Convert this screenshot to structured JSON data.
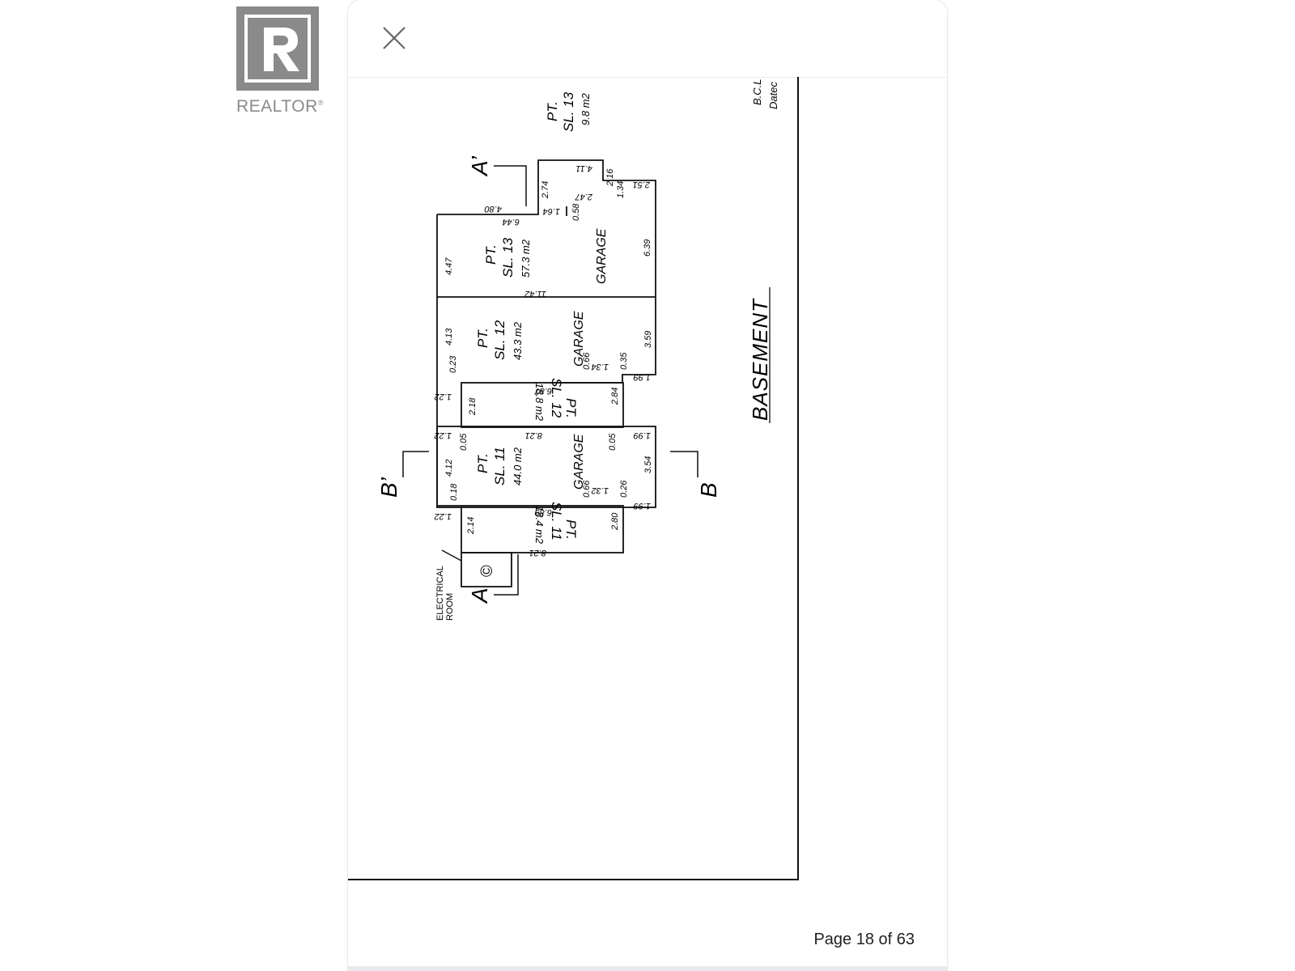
{
  "brand": {
    "name": "REALTOR",
    "mark": "®",
    "logo_color": "#8a8a8a"
  },
  "viewer": {
    "close_icon": "close-icon",
    "page_label": "Page 18 of 63"
  },
  "plan": {
    "title": "BASEMENT",
    "edge_text_1": "B.C.L",
    "edge_text_2": "Datec",
    "section_a": "A",
    "section_a_prime": "A’",
    "section_b": "B",
    "section_b_prime": "B’",
    "electrical_room_line1": "ELECTRICAL",
    "electrical_room_line2": "ROOM",
    "electrical_symbol": "©",
    "lot_13_small": {
      "pt": "PT.",
      "sl": "SL. 13",
      "area": "9.8 m2"
    },
    "lot_13": {
      "pt": "PT.",
      "sl": "SL. 13",
      "area": "57.3 m2",
      "use": "GARAGE"
    },
    "lot_12": {
      "pt": "PT.",
      "sl": "SL. 12",
      "area": "43.3 m2",
      "use": "GARAGE"
    },
    "lot_12_small": {
      "pt": "PT.",
      "sl": "SL. 12",
      "area": "18.8 m2"
    },
    "lot_11": {
      "pt": "PT.",
      "sl": "SL. 11",
      "area": "44.0 m2",
      "use": "GARAGE"
    },
    "lot_11_small": {
      "pt": "PT.",
      "sl": "SL. 11",
      "area": "18.4 m2"
    },
    "dims": {
      "d_4_80": "4.80",
      "d_6_44": "6.44",
      "d_1_64": "1.64",
      "d_0_58": "0.58",
      "d_2_74": "2.74",
      "d_4_11": "4.11",
      "d_2_47": "2.47",
      "d_2_16": "2.16",
      "d_1_34": "1.34",
      "d_2_51": "2.51",
      "d_6_39": "6.39",
      "d_4_47": "4.47",
      "d_11_42": "11.42",
      "d_4_13": "4.13",
      "d_0_23": "0.23",
      "d_0_66a": "0.66",
      "d_1_34b": "1.34",
      "d_0_35": "0.35",
      "d_1_99a": "1.99",
      "d_3_59": "3.59",
      "d_1_22a": "1.22",
      "d_2_18": "2.18",
      "d_6_87": "6.87",
      "d_2_84": "2.84",
      "d_1_22b": "1.22",
      "d_0_05a": "0.05",
      "d_8_21a": "8.21",
      "d_0_05b": "0.05",
      "d_1_99b": "1.99",
      "d_4_12": "4.12",
      "d_0_18": "0.18",
      "d_0_66b": "0.66",
      "d_1_32": "1.32",
      "d_0_26": "0.26",
      "d_1_99c": "1.99",
      "d_3_54": "3.54",
      "d_1_22c": "1.22",
      "d_2_14": "2.14",
      "d_6_89": "6.89",
      "d_2_80": "2.80",
      "d_8_21b": "8.21"
    }
  }
}
